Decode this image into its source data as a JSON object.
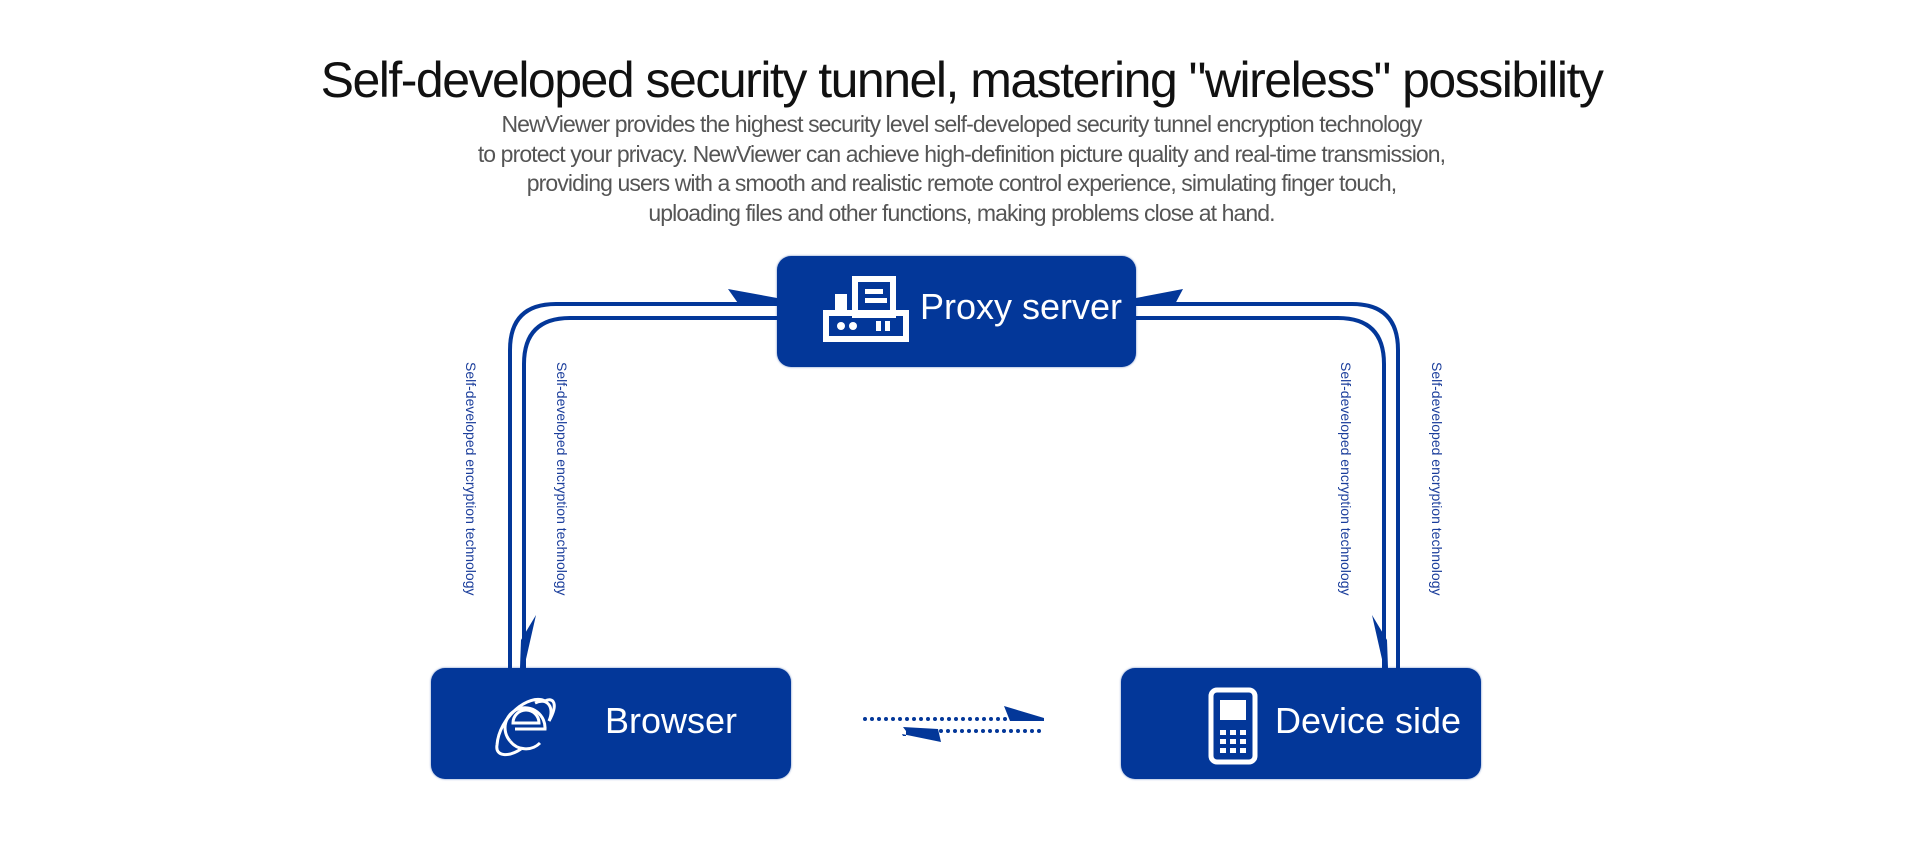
{
  "header": {
    "title": "Self-developed security tunnel, mastering \"wireless\" possibility",
    "description_lines": [
      "NewViewer provides the highest security level self-developed security tunnel encryption technology",
      "to protect your privacy. NewViewer can achieve high-definition picture quality and real-time transmission,",
      "providing users with a smooth and realistic remote control experience, simulating finger touch,",
      "uploading files and other functions, making problems close at hand."
    ]
  },
  "diagram": {
    "accent_color": "#033799",
    "nodes": {
      "proxy": {
        "label": "Proxy server",
        "icon": "server-icon"
      },
      "browser": {
        "label": "Browser",
        "icon": "internet-explorer-icon"
      },
      "device": {
        "label": "Device side",
        "icon": "mobile-phone-icon"
      }
    },
    "link_labels": {
      "left_outer": "Self-developed encryption technology",
      "left_inner": "Self-developed encryption technology",
      "right_inner": "Self-developed encryption technology",
      "right_outer": "Self-developed encryption technology"
    },
    "connections": [
      {
        "from": "browser",
        "to": "proxy",
        "style": "solid"
      },
      {
        "from": "proxy",
        "to": "browser",
        "style": "solid"
      },
      {
        "from": "device",
        "to": "proxy",
        "style": "solid"
      },
      {
        "from": "proxy",
        "to": "device",
        "style": "solid"
      },
      {
        "from": "browser",
        "to": "device",
        "style": "dotted"
      },
      {
        "from": "device",
        "to": "browser",
        "style": "dotted"
      }
    ]
  }
}
